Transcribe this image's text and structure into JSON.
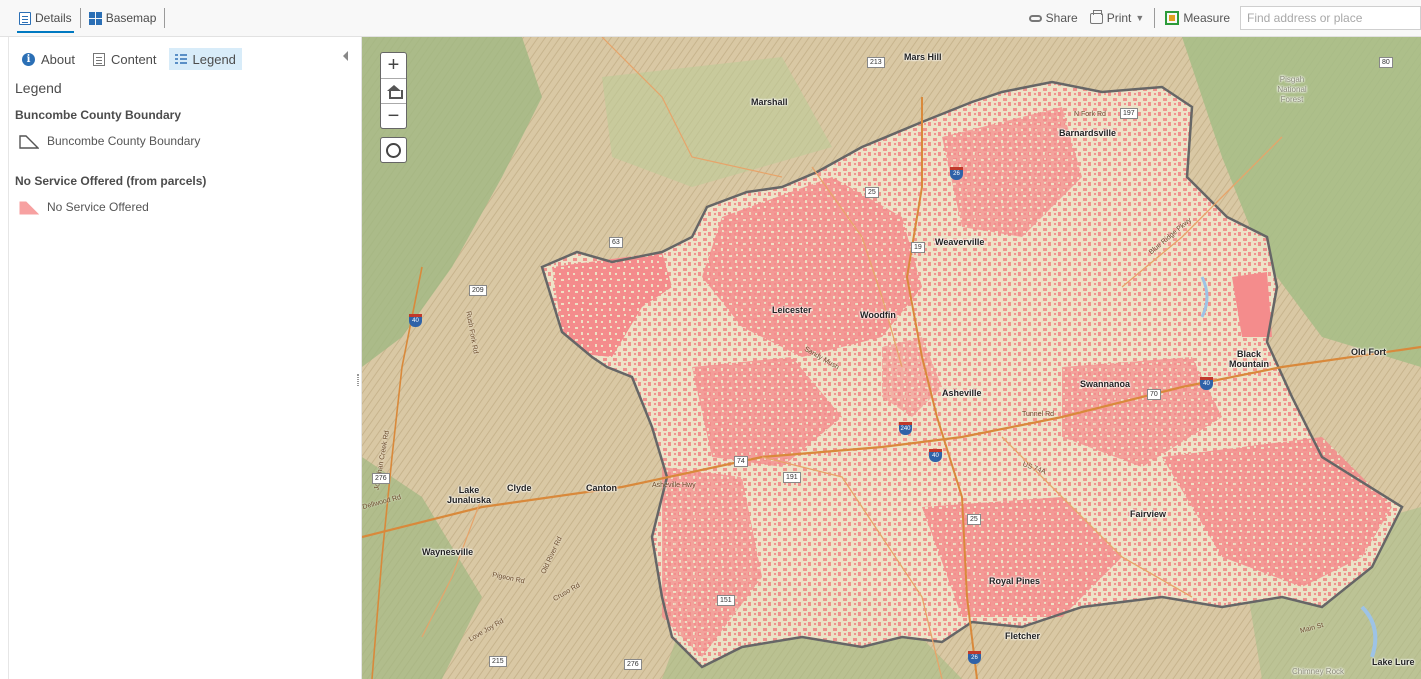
{
  "toolbar": {
    "details_label": "Details",
    "basemap_label": "Basemap",
    "share_label": "Share",
    "print_label": "Print",
    "measure_label": "Measure",
    "search_placeholder": "Find address or place"
  },
  "panel": {
    "tabs": [
      {
        "label": "About",
        "icon": "info-icon"
      },
      {
        "label": "Content",
        "icon": "content-icon"
      },
      {
        "label": "Legend",
        "icon": "legend-icon",
        "active": true
      }
    ],
    "legend_title": "Legend",
    "layers": [
      {
        "title": "Buncombe County Boundary",
        "items": [
          {
            "label": "Buncombe County Boundary",
            "symbol": "boundary-outline",
            "color": "#6b6b6b"
          }
        ]
      },
      {
        "title": "No Service Offered (from parcels)",
        "items": [
          {
            "label": "No Service Offered",
            "symbol": "polygon-fill",
            "color": "#f7a1a1"
          }
        ]
      }
    ]
  },
  "map": {
    "zoom_in": "+",
    "zoom_out": "−",
    "fill_color": "#f48c8c",
    "boundary_color": "#666666",
    "places": [
      {
        "id": "mars-hill",
        "text": "Mars Hill"
      },
      {
        "id": "marshall",
        "text": "Marshall"
      },
      {
        "id": "barnardsville",
        "text": "Barnardsville"
      },
      {
        "id": "weaverville",
        "text": "Weaverville"
      },
      {
        "id": "leicester",
        "text": "Leicester"
      },
      {
        "id": "woodfin",
        "text": "Woodfin"
      },
      {
        "id": "asheville",
        "text": "Asheville"
      },
      {
        "id": "swannanoa",
        "text": "Swannanoa"
      },
      {
        "id": "black-mountain",
        "text": "Black Mountain"
      },
      {
        "id": "old-fort",
        "text": "Old Fort"
      },
      {
        "id": "fairview",
        "text": "Fairview"
      },
      {
        "id": "royal-pines",
        "text": "Royal Pines"
      },
      {
        "id": "fletcher",
        "text": "Fletcher"
      },
      {
        "id": "lake-junaluska",
        "text": "Lake Junaluska"
      },
      {
        "id": "clyde",
        "text": "Clyde"
      },
      {
        "id": "canton",
        "text": "Canton"
      },
      {
        "id": "waynesville",
        "text": "Waynesville"
      },
      {
        "id": "lake-lure",
        "text": "Lake Lure"
      },
      {
        "id": "pisgah",
        "text": "Pisgah National Forest"
      },
      {
        "id": "chimney-rock",
        "text": "Chimney Rock"
      }
    ],
    "roads": [
      {
        "id": "r1",
        "text": "N Fork Rd"
      },
      {
        "id": "r2",
        "text": "Blue Ridge Pkwy"
      },
      {
        "id": "r3",
        "text": "Rush Fork Rd"
      },
      {
        "id": "r4",
        "text": "Asheville Hwy"
      },
      {
        "id": "r5",
        "text": "Pigeon Rd"
      },
      {
        "id": "r6",
        "text": "Old River Rd"
      },
      {
        "id": "r7",
        "text": "Cruso Rd"
      },
      {
        "id": "r8",
        "text": "US 74A"
      },
      {
        "id": "r9",
        "text": "Main St"
      },
      {
        "id": "r10",
        "text": "Dellwood Rd"
      },
      {
        "id": "r11",
        "text": "Jonathan Creek Rd"
      },
      {
        "id": "r12",
        "text": "Love Joy Rd"
      },
      {
        "id": "r13",
        "text": "Tunnel Rd"
      },
      {
        "id": "r14",
        "text": "Sandy Mush"
      }
    ],
    "shields": [
      {
        "id": "s213",
        "text": "213"
      },
      {
        "id": "s197",
        "text": "197"
      },
      {
        "id": "s25",
        "text": "25"
      },
      {
        "id": "s19",
        "text": "19"
      },
      {
        "id": "s63",
        "text": "63"
      },
      {
        "id": "s209",
        "text": "209"
      },
      {
        "id": "s276",
        "text": "276"
      },
      {
        "id": "s215",
        "text": "215"
      },
      {
        "id": "s276b",
        "text": "276"
      },
      {
        "id": "s151",
        "text": "151"
      },
      {
        "id": "s74",
        "text": "74"
      },
      {
        "id": "s191",
        "text": "191"
      },
      {
        "id": "s70",
        "text": "70"
      },
      {
        "id": "s80",
        "text": "80"
      },
      {
        "id": "s25b",
        "text": "25"
      }
    ],
    "interstates": [
      {
        "id": "i26n",
        "text": "26"
      },
      {
        "id": "i40w",
        "text": "40"
      },
      {
        "id": "i40e",
        "text": "40"
      },
      {
        "id": "i40c",
        "text": "40"
      },
      {
        "id": "i240",
        "text": "240"
      },
      {
        "id": "i26s",
        "text": "26"
      }
    ]
  }
}
